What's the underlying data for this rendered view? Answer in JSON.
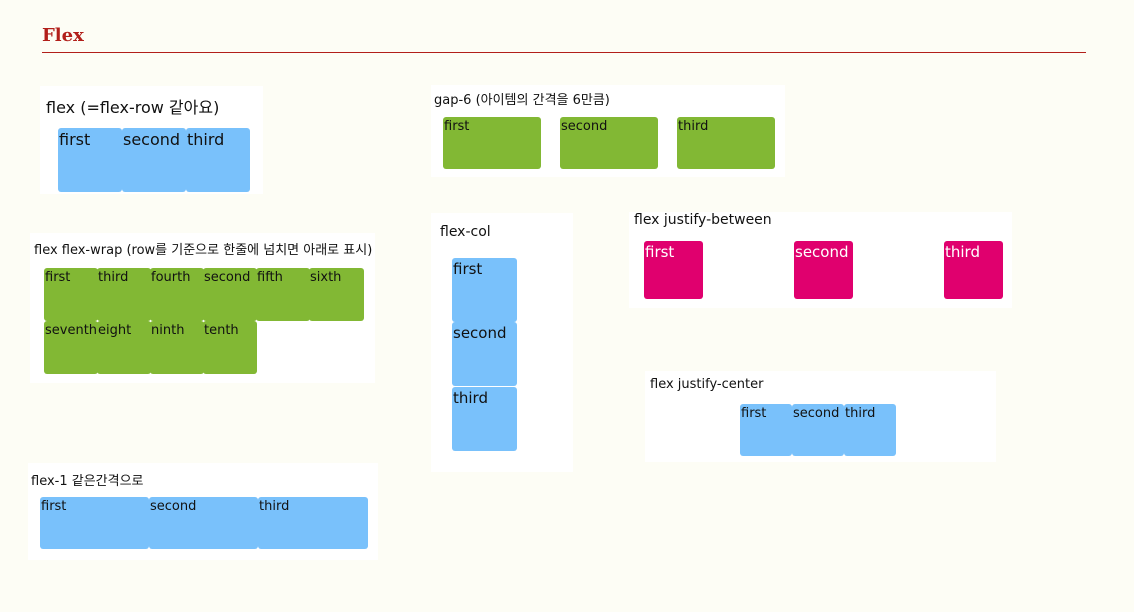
{
  "page": {
    "title": "Flex"
  },
  "sections": {
    "flex_row": {
      "title": "flex (=flex-row 같아요)",
      "items": [
        "first",
        "second",
        "third"
      ]
    },
    "gap_6": {
      "title": "gap-6 (아이템의 간격을 6만큼)",
      "items": [
        "first",
        "second",
        "third"
      ]
    },
    "flex_wrap": {
      "title": "flex flex-wrap (row를 기준으로 한줄에 넘치면 아래로 표시)",
      "items": [
        "first",
        "third",
        "fourth",
        "second",
        "fifth",
        "sixth",
        "seventh",
        "eight",
        "ninth",
        "tenth"
      ]
    },
    "flex_col": {
      "title": "flex-col",
      "items": [
        "first",
        "second",
        "third"
      ]
    },
    "justify_between": {
      "title": "flex justify-between",
      "items": [
        "first",
        "second",
        "third"
      ]
    },
    "justify_center": {
      "title": "flex justify-center",
      "items": [
        "first",
        "second",
        "third"
      ]
    },
    "flex_1": {
      "title": "flex-1 같은간격으로",
      "items": [
        "first",
        "second",
        "third"
      ]
    }
  },
  "colors": {
    "heading": "#b21f1a",
    "blue": "#79c1fb",
    "green": "#82b834",
    "pink": "#e0006e",
    "background": "#fdfdf5"
  }
}
